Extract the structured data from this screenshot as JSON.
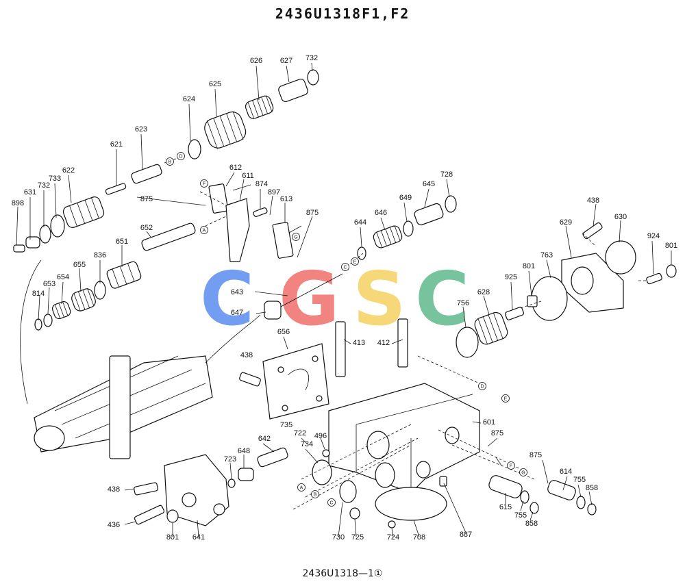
{
  "title": "2436U1318F1,F2",
  "footer": "2436U1318—1①",
  "watermark": {
    "text": "CGSC",
    "letters": [
      {
        "char": "C",
        "color": "#5b8def"
      },
      {
        "char": "G",
        "color": "#ef6f6c"
      },
      {
        "char": "S",
        "color": "#f5d262"
      },
      {
        "char": "C",
        "color": "#5fb98c"
      }
    ]
  },
  "part_labels": [
    "626",
    "627",
    "732",
    "625",
    "624",
    "623",
    "621",
    "622",
    "733",
    "732",
    "631",
    "898",
    "612",
    "611",
    "874",
    "897",
    "613",
    "875",
    "652",
    "651",
    "836",
    "655",
    "654",
    "653",
    "814",
    "875",
    "644",
    "646",
    "649",
    "645",
    "728",
    "643",
    "647",
    "438",
    "630",
    "629",
    "924",
    "801",
    "763",
    "801",
    "925",
    "628",
    "756",
    "656",
    "413",
    "412",
    "438",
    "601",
    "875",
    "735",
    "722",
    "496",
    "734",
    "642",
    "648",
    "723",
    "438",
    "436",
    "801",
    "641",
    "730",
    "725",
    "724",
    "708",
    "887",
    "875",
    "614",
    "755",
    "858",
    "615",
    "755",
    "858"
  ],
  "reference_letters": [
    "F",
    "B",
    "D",
    "A",
    "C",
    "E",
    "G",
    "D",
    "E",
    "A",
    "B",
    "C",
    "F",
    "G"
  ]
}
